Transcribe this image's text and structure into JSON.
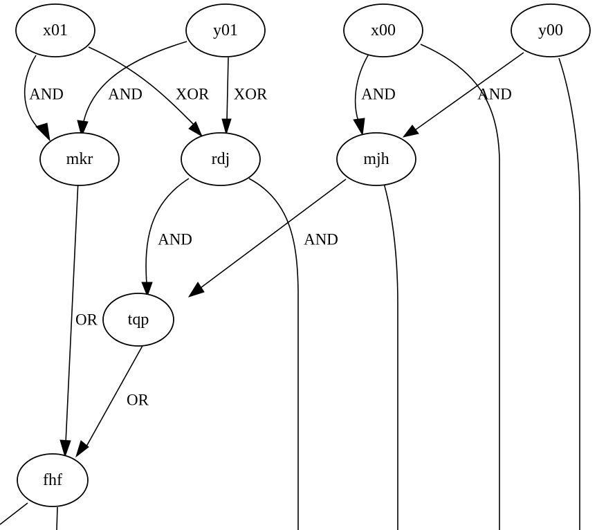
{
  "graph": {
    "nodes": [
      {
        "id": "x01",
        "label": "x01"
      },
      {
        "id": "y01",
        "label": "y01"
      },
      {
        "id": "x00",
        "label": "x00"
      },
      {
        "id": "y00",
        "label": "y00"
      },
      {
        "id": "mkr",
        "label": "mkr"
      },
      {
        "id": "rdj",
        "label": "rdj"
      },
      {
        "id": "mjh",
        "label": "mjh"
      },
      {
        "id": "tqp",
        "label": "tqp"
      },
      {
        "id": "fhf",
        "label": "fhf"
      }
    ],
    "edges": [
      {
        "from": "x01",
        "to": "mkr",
        "label": "AND"
      },
      {
        "from": "y01",
        "to": "mkr",
        "label": "AND"
      },
      {
        "from": "x01",
        "to": "rdj",
        "label": "XOR"
      },
      {
        "from": "y01",
        "to": "rdj",
        "label": "XOR"
      },
      {
        "from": "x00",
        "to": "mjh",
        "label": "AND"
      },
      {
        "from": "y00",
        "to": "mjh",
        "label": "AND"
      },
      {
        "from": "rdj",
        "to": "tqp",
        "label": "AND"
      },
      {
        "from": "mjh",
        "to": "tqp",
        "label": "AND"
      },
      {
        "from": "mkr",
        "to": "fhf",
        "label": "OR"
      },
      {
        "from": "tqp",
        "to": "fhf",
        "label": "OR"
      },
      {
        "from": "rdj",
        "to": "offscreen",
        "label": ""
      },
      {
        "from": "mjh",
        "to": "offscreen",
        "label": ""
      },
      {
        "from": "x00",
        "to": "offscreen",
        "label": ""
      },
      {
        "from": "y00",
        "to": "offscreen",
        "label": ""
      },
      {
        "from": "fhf",
        "to": "offscreen",
        "label": ""
      },
      {
        "from": "fhf",
        "to": "offscreen",
        "label": ""
      }
    ]
  }
}
